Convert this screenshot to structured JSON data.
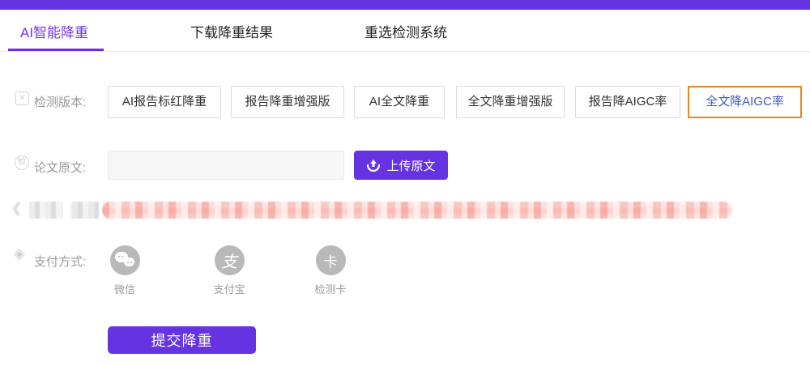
{
  "tabs": [
    {
      "label": "AI智能降重",
      "active": true
    },
    {
      "label": "下载降重结果",
      "active": false
    },
    {
      "label": "重选检测系统",
      "active": false
    }
  ],
  "form": {
    "version_label": "检测版本:",
    "version_options": [
      "AI报告标红降重",
      "报告降重增强版",
      "AI全文降重",
      "全文降重增强版",
      "报告降AIGC率",
      "全文降AIGC率"
    ],
    "selected_version": "全文降AIGC率",
    "paper_label": "论文原文:",
    "paper_input_value": "",
    "upload_button_label": "上传原文",
    "payment_label": "支付方式:",
    "payment_methods": [
      {
        "name": "wechat",
        "label": "微信",
        "glyph": ""
      },
      {
        "name": "alipay",
        "label": "支付宝",
        "glyph": "支"
      },
      {
        "name": "detect-card",
        "label": "检测卡",
        "glyph": "卡"
      }
    ],
    "submit_button_label": "提交降重"
  },
  "colors": {
    "brand_purple": "#6633e3",
    "active_tab_purple": "#7334e8",
    "selected_border_orange": "#f08519",
    "selected_text_blue": "#3b5cbe",
    "label_gray": "#9a9a9a",
    "payment_icon_gray": "#b9b9b9"
  }
}
